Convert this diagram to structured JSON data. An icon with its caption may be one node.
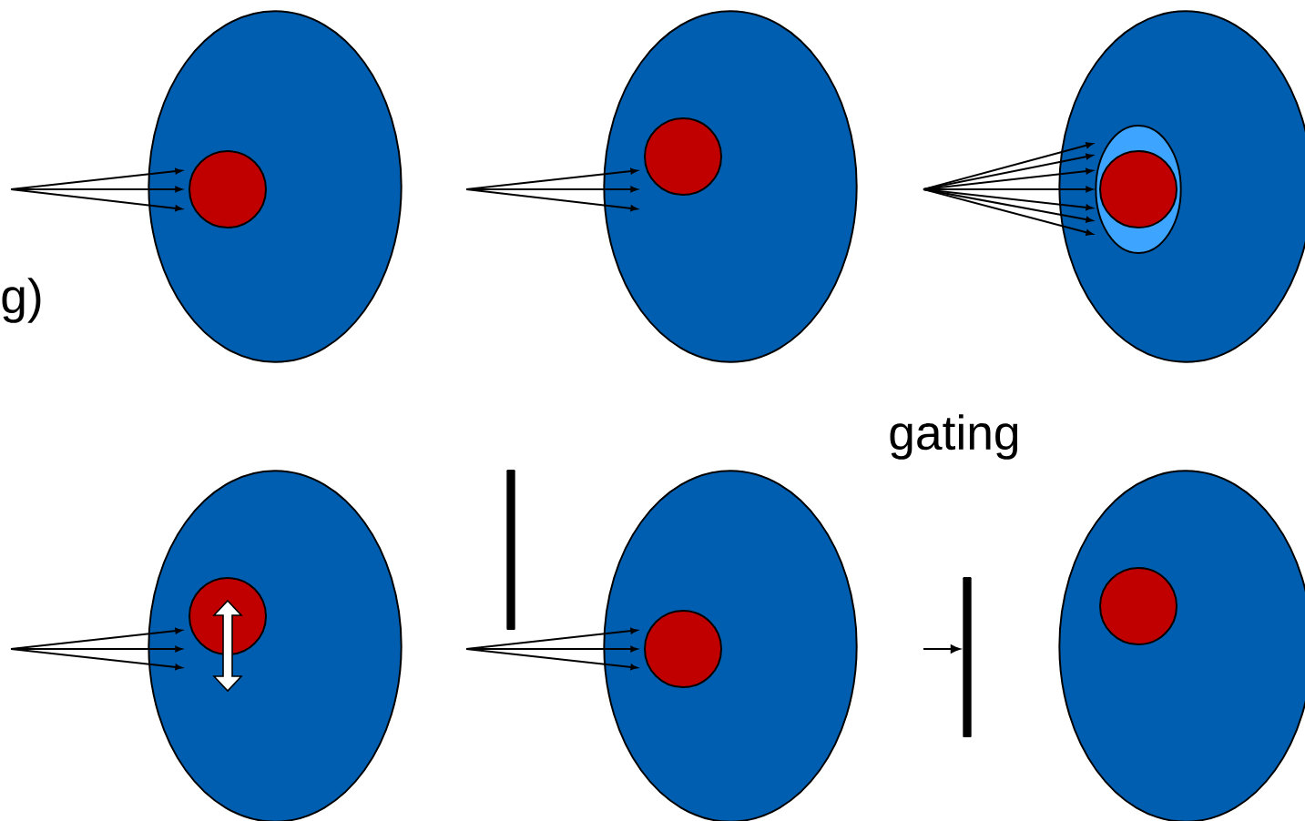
{
  "diagram": {
    "nodes": [
      {
        "text": [],
        "shape": "ellipse"
      },
      {
        "text": [],
        "shape": "circle",
        "in": 0
      },
      {
        "text": [],
        "shape": "ellipse"
      },
      {
        "text": [],
        "shape": "circle",
        "in": 2
      },
      {
        "text": [],
        "shape": "ellipse"
      },
      {
        "text": [],
        "shape": "ellipse",
        "in": 4
      },
      {
        "text": [],
        "shape": "circle",
        "in": 5
      },
      {
        "text": [],
        "shape": "ellipse"
      },
      {
        "text": [],
        "shape": "circle",
        "in": 7
      },
      {
        "text": [],
        "shape": "bar"
      },
      {
        "text": [],
        "shape": "ellipse"
      },
      {
        "text": [],
        "shape": "circle",
        "in": 10
      },
      {
        "text": [],
        "shape": "bar"
      },
      {
        "text": [],
        "shape": "ellipse"
      },
      {
        "text": [],
        "shape": "circle",
        "in": 13
      }
    ],
    "edges": [
      {
        "from": null,
        "to": 12,
        "arrow": "to"
      }
    ],
    "labels": [
      "g)",
      "gating"
    ]
  }
}
